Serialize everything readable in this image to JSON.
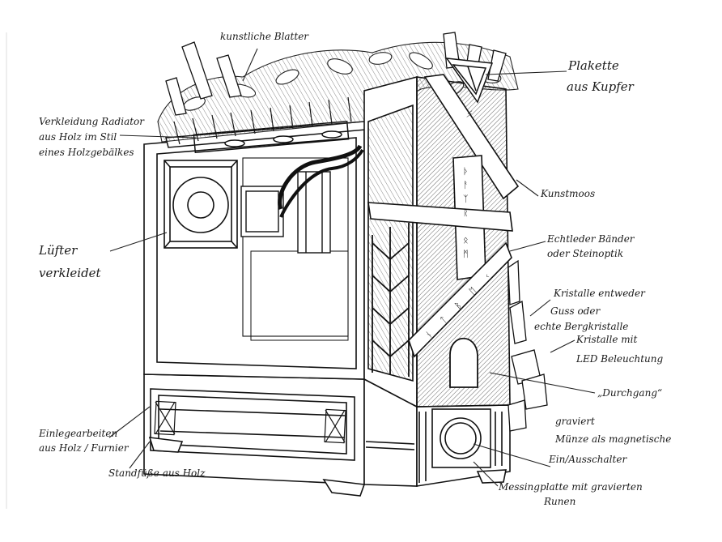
{
  "labels": {
    "leaves": "kunstliche Blatter",
    "plaque_line1": "Plakette",
    "plaque_line2": "aus Kupfer",
    "radiator_line1": "Verkleidung Radiator",
    "radiator_line2": "aus Holz im Stil",
    "radiator_line3": "eines Holzgebälkes",
    "moss": "Kunstmoos",
    "fan_line1": "Lüfter",
    "fan_line2": "verkleidet",
    "bands_line1": "Echtleder Bänder",
    "bands_line2": "oder Steinoptik",
    "crystals1_line1": "Kristalle entweder",
    "crystals1_line2": "Guss oder",
    "crystals1_line3": "echte Bergkristalle",
    "crystals2_line1": "Kristalle mit",
    "crystals2_line2": "LED Beleuchtung",
    "passage": "„Durchgang“",
    "coin_line1": "graviert",
    "coin_line2": "Münze als magnetische",
    "switch": "Ein/Ausschalter",
    "brass_line1": "Messingplatte mit gravierten",
    "brass_line2": "Runen",
    "inlay_line1": "Einlegearbeiten",
    "inlay_line2": "aus Holz / Furnier",
    "feet": "Standfüße aus Holz"
  },
  "runes": [
    "ᚦ",
    "ᚨ",
    "ᛉ",
    "ᚱ",
    "ᛟ",
    "ᛗ",
    "ᚾ",
    "ᛏ",
    "ᛒ",
    "ᛖ",
    "ᚲ",
    "ᛋ"
  ]
}
